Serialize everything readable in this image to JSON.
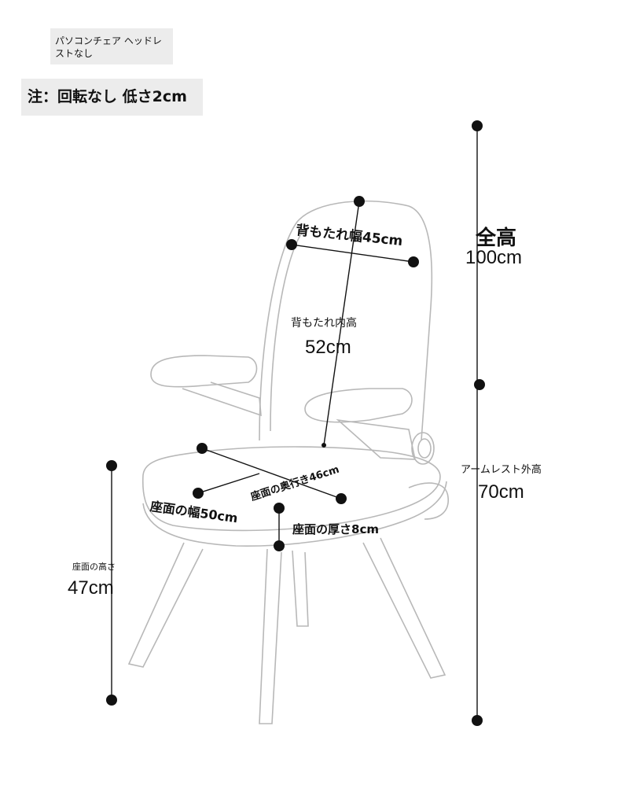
{
  "header": {
    "product_name": "パソコンチェア ヘッドレストなし",
    "note": "注：回転なし 低さ2cm"
  },
  "dimensions": {
    "backrest_width": {
      "label": "背もたれ幅45cm"
    },
    "overall_height": {
      "label": "全高",
      "value": "100cm"
    },
    "backrest_inner_height": {
      "label": "背もたれ内高",
      "value": "52cm"
    },
    "armrest_height": {
      "label": "アームレスト外高",
      "value": "70cm"
    },
    "seat_depth": {
      "label": "座面の奥行き46cm"
    },
    "seat_width": {
      "label": "座面の幅50cm"
    },
    "seat_thickness": {
      "label": "座面の厚さ8cm"
    },
    "seat_height": {
      "label": "座面の高さ",
      "value": "47cm"
    }
  },
  "colors": {
    "line": "#b8b8b8",
    "marker": "#111111",
    "label_bg": "#ececec"
  }
}
